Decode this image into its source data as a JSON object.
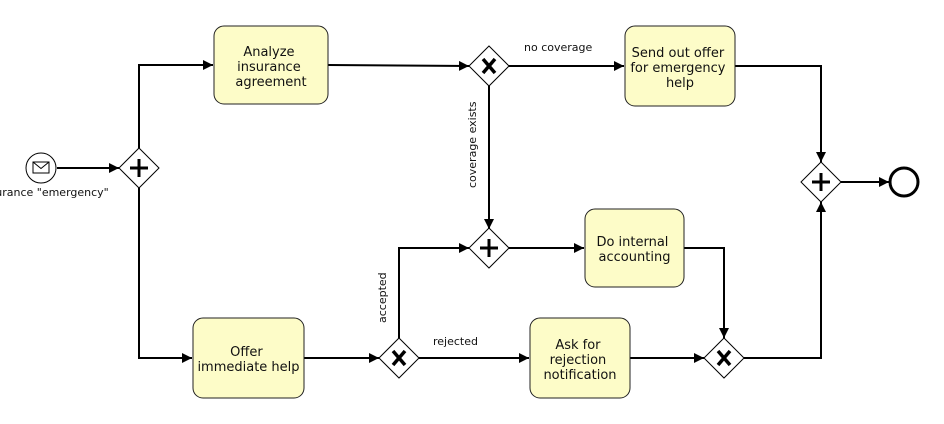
{
  "start_event": {
    "label": "urance \"emergency\""
  },
  "tasks": {
    "analyze": [
      "Analyze",
      "insurance",
      "agreement"
    ],
    "send_offer": [
      "Send out offer",
      "for emergency",
      "help"
    ],
    "offer_help": [
      "Offer",
      "immediate help"
    ],
    "internal_accounting": [
      "Do internal",
      "accounting"
    ],
    "ask_rejection": [
      "Ask for",
      "rejection",
      "notification"
    ]
  },
  "flow_labels": {
    "no_coverage": "no coverage",
    "coverage_exists": "coverage exists",
    "accepted": "accepted",
    "rejected": "rejected"
  },
  "colors": {
    "task_fill": "#fdfcc8",
    "stroke": "#000000",
    "background": "#ffffff"
  }
}
